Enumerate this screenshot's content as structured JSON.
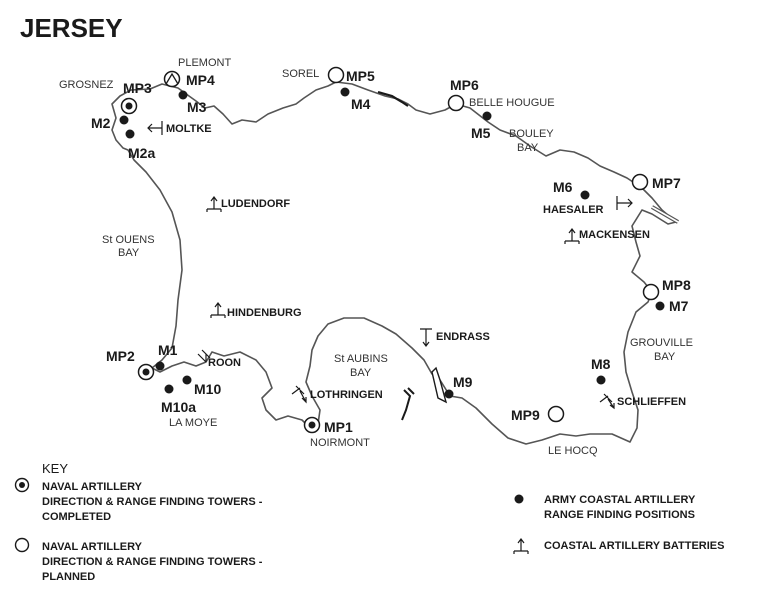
{
  "title": "JERSEY",
  "colors": {
    "ink": "#1a1a1a",
    "coast": "#555555",
    "background": "#ffffff"
  },
  "place_names": {
    "plemont": "PLEMONT",
    "grosnez": "GROSNEZ",
    "sorel": "SOREL",
    "belle_hougue": "BELLE HOUGUE",
    "bouley_bay_1": "BOULEY",
    "bouley_bay_2": "BAY",
    "st_ouens_1": "St OUENS",
    "st_ouens_2": "BAY",
    "st_aubins_1": "St AUBINS",
    "st_aubins_2": "BAY",
    "la_moye": "LA MOYE",
    "noirmont": "NOIRMONT",
    "le_hocq": "LE HOCQ",
    "grouville_1": "GROUVILLE",
    "grouville_2": "BAY"
  },
  "naval_towers": {
    "mp1": "MP1",
    "mp2": "MP2",
    "mp3": "MP3",
    "mp4": "MP4",
    "mp5": "MP5",
    "mp6": "MP6",
    "mp7": "MP7",
    "mp8": "MP8",
    "mp9": "MP9"
  },
  "army_positions": {
    "m1": "M1",
    "m2": "M2",
    "m2a": "M2a",
    "m3": "M3",
    "m4": "M4",
    "m5": "M5",
    "m6": "M6",
    "m7": "M7",
    "m8": "M8",
    "m9": "M9",
    "m10": "M10",
    "m10a": "M10a"
  },
  "batteries": {
    "moltke": "MOLTKE",
    "ludendorf": "LUDENDORF",
    "hindenburg": "HINDENBURG",
    "roon": "ROON",
    "lothringen": "LOTHRINGEN",
    "endrass": "ENDRASS",
    "haesaler": "HAESALER",
    "mackensen": "MACKENSEN",
    "schlieffen": "SCHLIEFFEN"
  },
  "key": {
    "heading": "KEY",
    "completed_1": "NAVAL ARTILLERY",
    "completed_2": "DIRECTION & RANGE FINDING TOWERS -",
    "completed_3": "COMPLETED",
    "planned_1": "NAVAL ARTILLERY",
    "planned_2": "DIRECTION & RANGE FINDING TOWERS -",
    "planned_3": "PLANNED",
    "army_1": "ARMY COASTAL ARTILLERY",
    "army_2": "RANGE FINDING POSITIONS",
    "batteries": "COASTAL ARTILLERY BATTERIES"
  }
}
